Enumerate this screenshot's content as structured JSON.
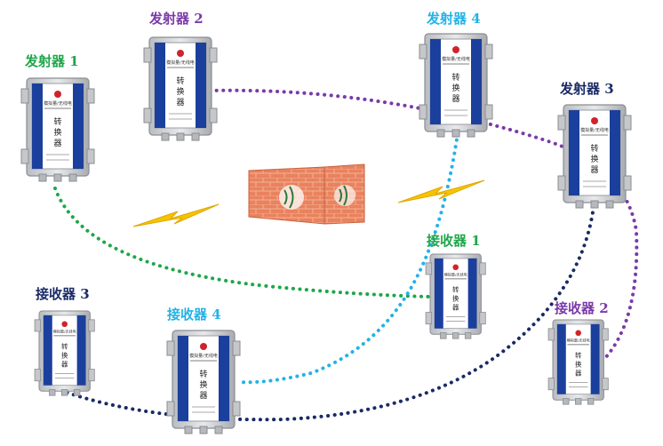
{
  "colors": {
    "green": "#1fa64a",
    "purple": "#7a3aa8",
    "cyan": "#23b2e6",
    "navy": "#1a2a66",
    "lightning": "#f5c400",
    "wall": "#e77a55"
  },
  "device_text": {
    "title": "转换器",
    "model": "模拟量/无线电"
  },
  "devices": [
    {
      "id": "tx1",
      "label": "发射器 1",
      "color": "green"
    },
    {
      "id": "tx2",
      "label": "发射器 2",
      "color": "purple"
    },
    {
      "id": "tx3",
      "label": "发射器 3",
      "color": "navy"
    },
    {
      "id": "tx4",
      "label": "发射器 4",
      "color": "cyan"
    },
    {
      "id": "rx1",
      "label": "接收器 1",
      "color": "green"
    },
    {
      "id": "rx2",
      "label": "接收器 2",
      "color": "purple"
    },
    {
      "id": "rx3",
      "label": "接收器 3",
      "color": "navy"
    },
    {
      "id": "rx4",
      "label": "接收器 4",
      "color": "cyan"
    }
  ],
  "links": [
    {
      "from": "tx1",
      "to": "rx1",
      "color": "green"
    },
    {
      "from": "tx2",
      "to": "rx2",
      "color": "purple"
    },
    {
      "from": "tx4",
      "to": "rx4",
      "color": "cyan"
    },
    {
      "from": "tx3",
      "to": "rx3",
      "color": "navy"
    }
  ]
}
